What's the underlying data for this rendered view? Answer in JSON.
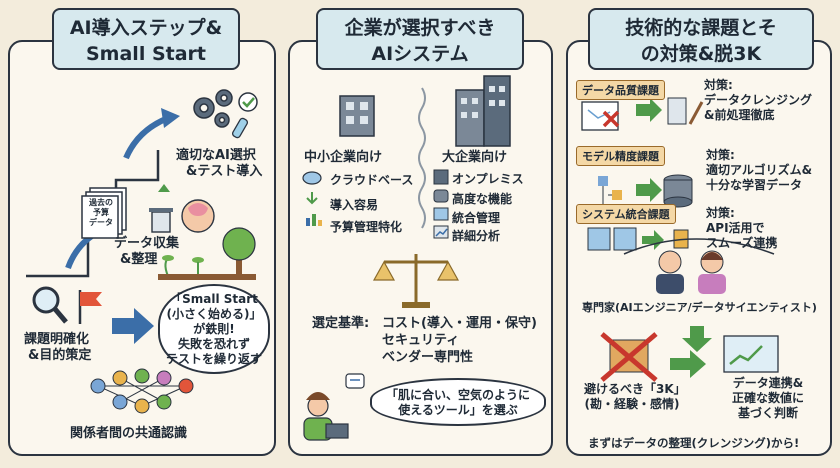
{
  "panel1": {
    "title_line1": "AI導入ステップ&",
    "title_line2": "Small Start",
    "step_select": [
      "適切なAI選択",
      "&テスト導入"
    ],
    "step_data": [
      "データ収集",
      "&整理"
    ],
    "doc_label": [
      "過去の",
      "予算",
      "データ"
    ],
    "step_goal": [
      "課題明確化",
      "&目的策定"
    ],
    "bubble": [
      "「Small Start",
      "(小さく始める)」",
      "が鉄則!",
      "失敗を恐れず",
      "テストを繰り返す"
    ],
    "consensus": "関係者間の共通認識"
  },
  "panel2": {
    "title_line1": "企業が選択すべき",
    "title_line2": "AIシステム",
    "sme_heading": "中小企業向け",
    "sme_items": [
      "クラウドベース",
      "導入容易",
      "予算管理特化"
    ],
    "large_heading": "大企業向け",
    "large_items": [
      "オンプレミス",
      "高度な機能",
      "統合管理",
      "詳細分析"
    ],
    "criteria_label": "選定基準:",
    "criteria_items": [
      "コスト(導入・運用・保守)",
      "セキュリティ",
      "ベンダー専門性"
    ],
    "quote": [
      "「肌に合い、空気のように",
      "使えるツール」を選ぶ"
    ]
  },
  "panel3": {
    "title_line1": "技術的な課題とそ",
    "title_line2": "の対策&脱3K",
    "issues": [
      {
        "tag": "データ品質課題",
        "solution": [
          "対策:",
          "データクレンジング",
          "&前処理徹底"
        ]
      },
      {
        "tag": "モデル精度課題",
        "solution": [
          "対策:",
          "適切アルゴリズム&",
          "十分な学習データ"
        ]
      },
      {
        "tag": "システム統合課題",
        "solution": [
          "対策:",
          "API活用で",
          "スムーズ連携"
        ]
      }
    ],
    "experts": "専門家(AIエンジニア/データサイエンティスト)",
    "avoid": [
      "避けるべき「3K」",
      "(勘・経験・感情)"
    ],
    "result": [
      "データ連携&",
      "正確な数値に",
      "基づく判断"
    ],
    "footer": "まずはデータの整理(クレンジング)から!"
  },
  "colors": {
    "background": "#f3ecdc",
    "title_fill": "#d7e9ee",
    "accent_blue": "#3b6ea8",
    "accent_green": "#4f9a4a",
    "cross_red": "#c8372d",
    "tag_fill": "#f4d8a6"
  }
}
